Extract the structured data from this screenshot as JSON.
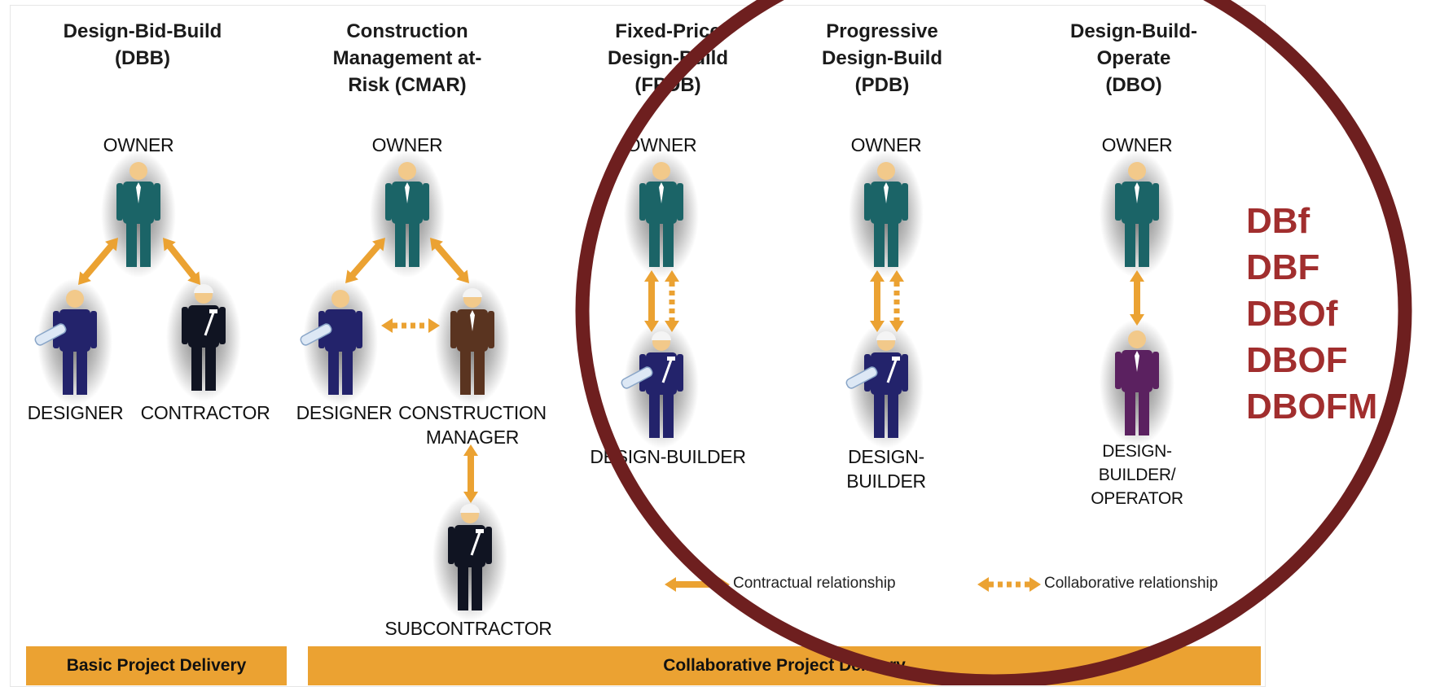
{
  "colors": {
    "arrow": "#eba232",
    "owner_suit": "#1b6467",
    "designer_suit": "#23236b",
    "contractor_suit": "#101422",
    "manager_suit": "#5a3420",
    "operator_suit": "#5b2160",
    "skin": "#f2c98a",
    "circle": "#6e1f1f",
    "variant_text": "#a12e2e",
    "bar": "#eba232"
  },
  "models": [
    {
      "title": "Design-Bid-Build\n(DBB)"
    },
    {
      "title": "Construction\nManagement at-\nRisk (CMAR)"
    },
    {
      "title": "Fixed-Price\nDesign-Build\n(FPDB)"
    },
    {
      "title": "Progressive\nDesign-Build\n(PDB)"
    },
    {
      "title": "Design-Build-\nOperate\n(DBO)"
    }
  ],
  "roles": {
    "dbb_owner": "OWNER",
    "dbb_designer": "DESIGNER",
    "dbb_contractor": "CONTRACTOR",
    "cmar_owner": "OWNER",
    "cmar_designer": "DESIGNER",
    "cmar_manager": "CONSTRUCTION\nMANAGER",
    "cmar_sub": "SUBCONTRACTOR",
    "fpdb_owner": "OWNER",
    "fpdb_builder": "DESIGN-BUILDER",
    "pdb_owner": "OWNER",
    "pdb_builder": "DESIGN-\nBUILDER",
    "dbo_owner": "OWNER",
    "dbo_builder": "DESIGN-\nBUILDER/\nOPERATOR"
  },
  "legend": {
    "contractual": "Contractual relationship",
    "collaborative": "Collaborative relationship"
  },
  "bars": {
    "basic": "Basic Project Delivery",
    "collaborative": "Collaborative Project Delivery"
  },
  "variants": [
    "DBf",
    "DBF",
    "DBOf",
    "DBOF",
    "DBOFM"
  ]
}
